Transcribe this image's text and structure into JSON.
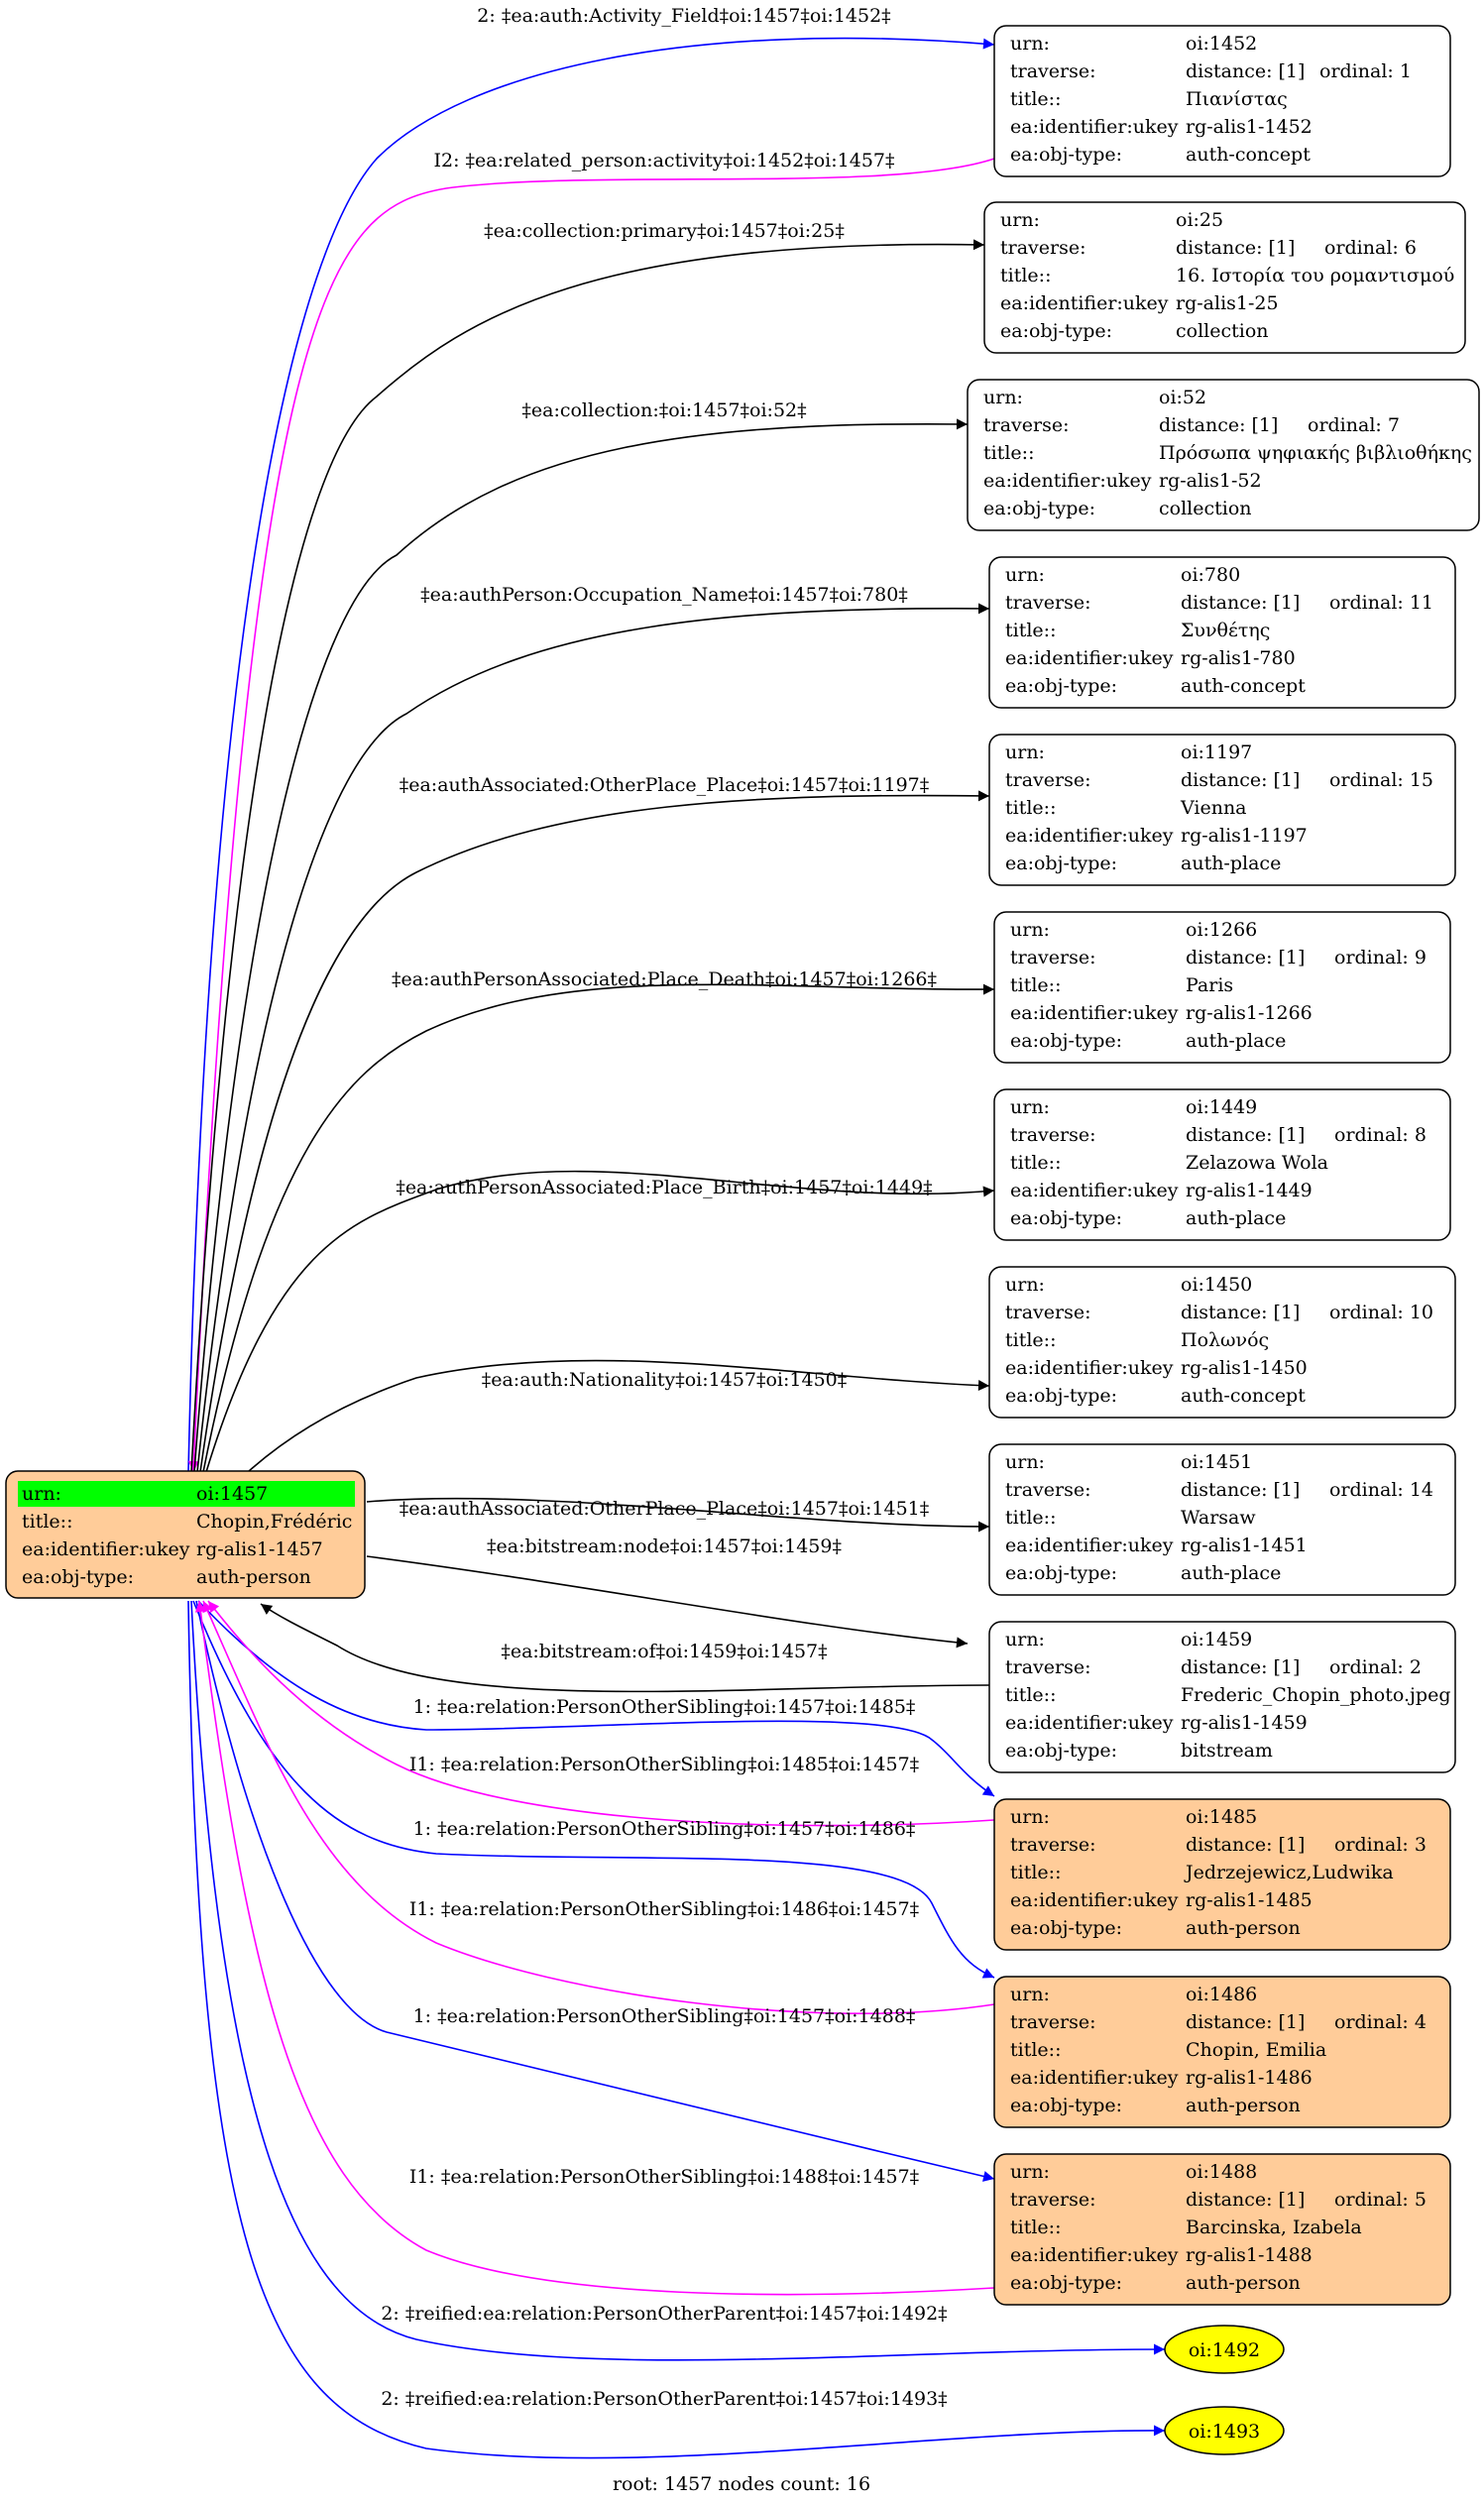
{
  "graph": {
    "footer": "root: 1457 nodes count: 16",
    "colors": {
      "forward": "#0000ff",
      "inverse": "#ff00ff",
      "plain": "#000000",
      "person_fill": "#ffcc99",
      "root_highlight": "#00ff00",
      "literal_fill": "#ffff00"
    },
    "root": {
      "rows": [
        [
          "urn:",
          "oi:1457"
        ],
        [
          "title::",
          "Chopin,Frédéric"
        ],
        [
          "ea:identifier:ukey",
          "rg-alis1-1457"
        ],
        [
          "ea:obj-type:",
          "auth-person"
        ]
      ]
    },
    "nodes": [
      {
        "urn": "oi:1452",
        "distance": "distance: [1]",
        "ordinal": "ordinal: 1",
        "title": "Πιανίστας",
        "ukey": "rg-alis1-1452",
        "type": "auth-concept"
      },
      {
        "urn": "oi:25",
        "distance": "distance: [1]",
        "ordinal": "ordinal: 6",
        "title": "16. Ιστορία του ρομαντισμού",
        "ukey": "rg-alis1-25",
        "type": "collection"
      },
      {
        "urn": "oi:52",
        "distance": "distance: [1]",
        "ordinal": "ordinal: 7",
        "title": "Πρόσωπα ψηφιακής βιβλιοθήκης",
        "ukey": "rg-alis1-52",
        "type": "collection"
      },
      {
        "urn": "oi:780",
        "distance": "distance: [1]",
        "ordinal": "ordinal: 11",
        "title": "Συνθέτης",
        "ukey": "rg-alis1-780",
        "type": "auth-concept"
      },
      {
        "urn": "oi:1197",
        "distance": "distance: [1]",
        "ordinal": "ordinal: 15",
        "title": "Vienna",
        "ukey": "rg-alis1-1197",
        "type": "auth-place"
      },
      {
        "urn": "oi:1266",
        "distance": "distance: [1]",
        "ordinal": "ordinal: 9",
        "title": "Paris",
        "ukey": "rg-alis1-1266",
        "type": "auth-place"
      },
      {
        "urn": "oi:1449",
        "distance": "distance: [1]",
        "ordinal": "ordinal: 8",
        "title": "Zelazowa Wola",
        "ukey": "rg-alis1-1449",
        "type": "auth-place"
      },
      {
        "urn": "oi:1450",
        "distance": "distance: [1]",
        "ordinal": "ordinal: 10",
        "title": "Πολωνός",
        "ukey": "rg-alis1-1450",
        "type": "auth-concept"
      },
      {
        "urn": "oi:1451",
        "distance": "distance: [1]",
        "ordinal": "ordinal: 14",
        "title": "Warsaw",
        "ukey": "rg-alis1-1451",
        "type": "auth-place"
      },
      {
        "urn": "oi:1459",
        "distance": "distance: [1]",
        "ordinal": "ordinal: 2",
        "title": "Frederic_Chopin_photo.jpeg",
        "ukey": "rg-alis1-1459",
        "type": "bitstream"
      },
      {
        "urn": "oi:1485",
        "distance": "distance: [1]",
        "ordinal": "ordinal: 3",
        "title": "Jedrzejewicz,Ludwika",
        "ukey": "rg-alis1-1485",
        "type": "auth-person"
      },
      {
        "urn": "oi:1486",
        "distance": "distance: [1]",
        "ordinal": "ordinal: 4",
        "title": "Chopin, Emilia",
        "ukey": "rg-alis1-1486",
        "type": "auth-person"
      },
      {
        "urn": "oi:1488",
        "distance": "distance: [1]",
        "ordinal": "ordinal: 5",
        "title": "Barcinska, Izabela",
        "ukey": "rg-alis1-1488",
        "type": "auth-person"
      }
    ],
    "row_labels": {
      "urn": "urn:",
      "traverse": "traverse:",
      "title": "title::",
      "ukey": "ea:identifier:ukey",
      "type": "ea:obj-type:"
    },
    "literals": [
      "oi:1492",
      "oi:1493"
    ],
    "edge_labels": [
      "2: ‡ea:auth:Activity_Field‡oi:1457‡oi:1452‡",
      "I2: ‡ea:related_person:activity‡oi:1452‡oi:1457‡",
      "‡ea:collection:primary‡oi:1457‡oi:25‡",
      "‡ea:collection:‡oi:1457‡oi:52‡",
      "‡ea:authPerson:Occupation_Name‡oi:1457‡oi:780‡",
      "‡ea:authAssociated:OtherPlace_Place‡oi:1457‡oi:1197‡",
      "‡ea:authPersonAssociated:Place_Death‡oi:1457‡oi:1266‡",
      "‡ea:authPersonAssociated:Place_Birth‡oi:1457‡oi:1449‡",
      "‡ea:auth:Nationality‡oi:1457‡oi:1450‡",
      "‡ea:authAssociated:OtherPlace_Place‡oi:1457‡oi:1451‡",
      "‡ea:bitstream:node‡oi:1457‡oi:1459‡",
      "‡ea:bitstream:of‡oi:1459‡oi:1457‡",
      "1: ‡ea:relation:PersonOtherSibling‡oi:1457‡oi:1485‡",
      "I1: ‡ea:relation:PersonOtherSibling‡oi:1485‡oi:1457‡",
      "1: ‡ea:relation:PersonOtherSibling‡oi:1457‡oi:1486‡",
      "I1: ‡ea:relation:PersonOtherSibling‡oi:1486‡oi:1457‡",
      "1: ‡ea:relation:PersonOtherSibling‡oi:1457‡oi:1488‡",
      "I1: ‡ea:relation:PersonOtherSibling‡oi:1488‡oi:1457‡",
      "2: ‡reified:ea:relation:PersonOtherParent‡oi:1457‡oi:1492‡",
      "2: ‡reified:ea:relation:PersonOtherParent‡oi:1457‡oi:1493‡"
    ]
  }
}
